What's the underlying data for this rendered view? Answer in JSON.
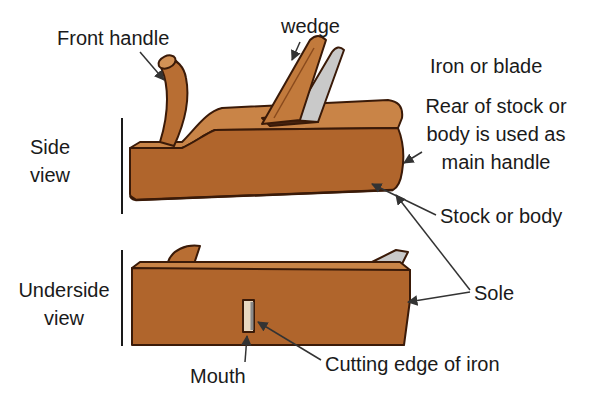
{
  "diagram": {
    "labels": [
      "Front handle",
      "wedge",
      "Iron or blade",
      "Rear of stock or body is used as main handle",
      "Side view",
      "Stock or body",
      "Underside view",
      "Sole",
      "Cutting edge of iron",
      "Mouth"
    ]
  }
}
